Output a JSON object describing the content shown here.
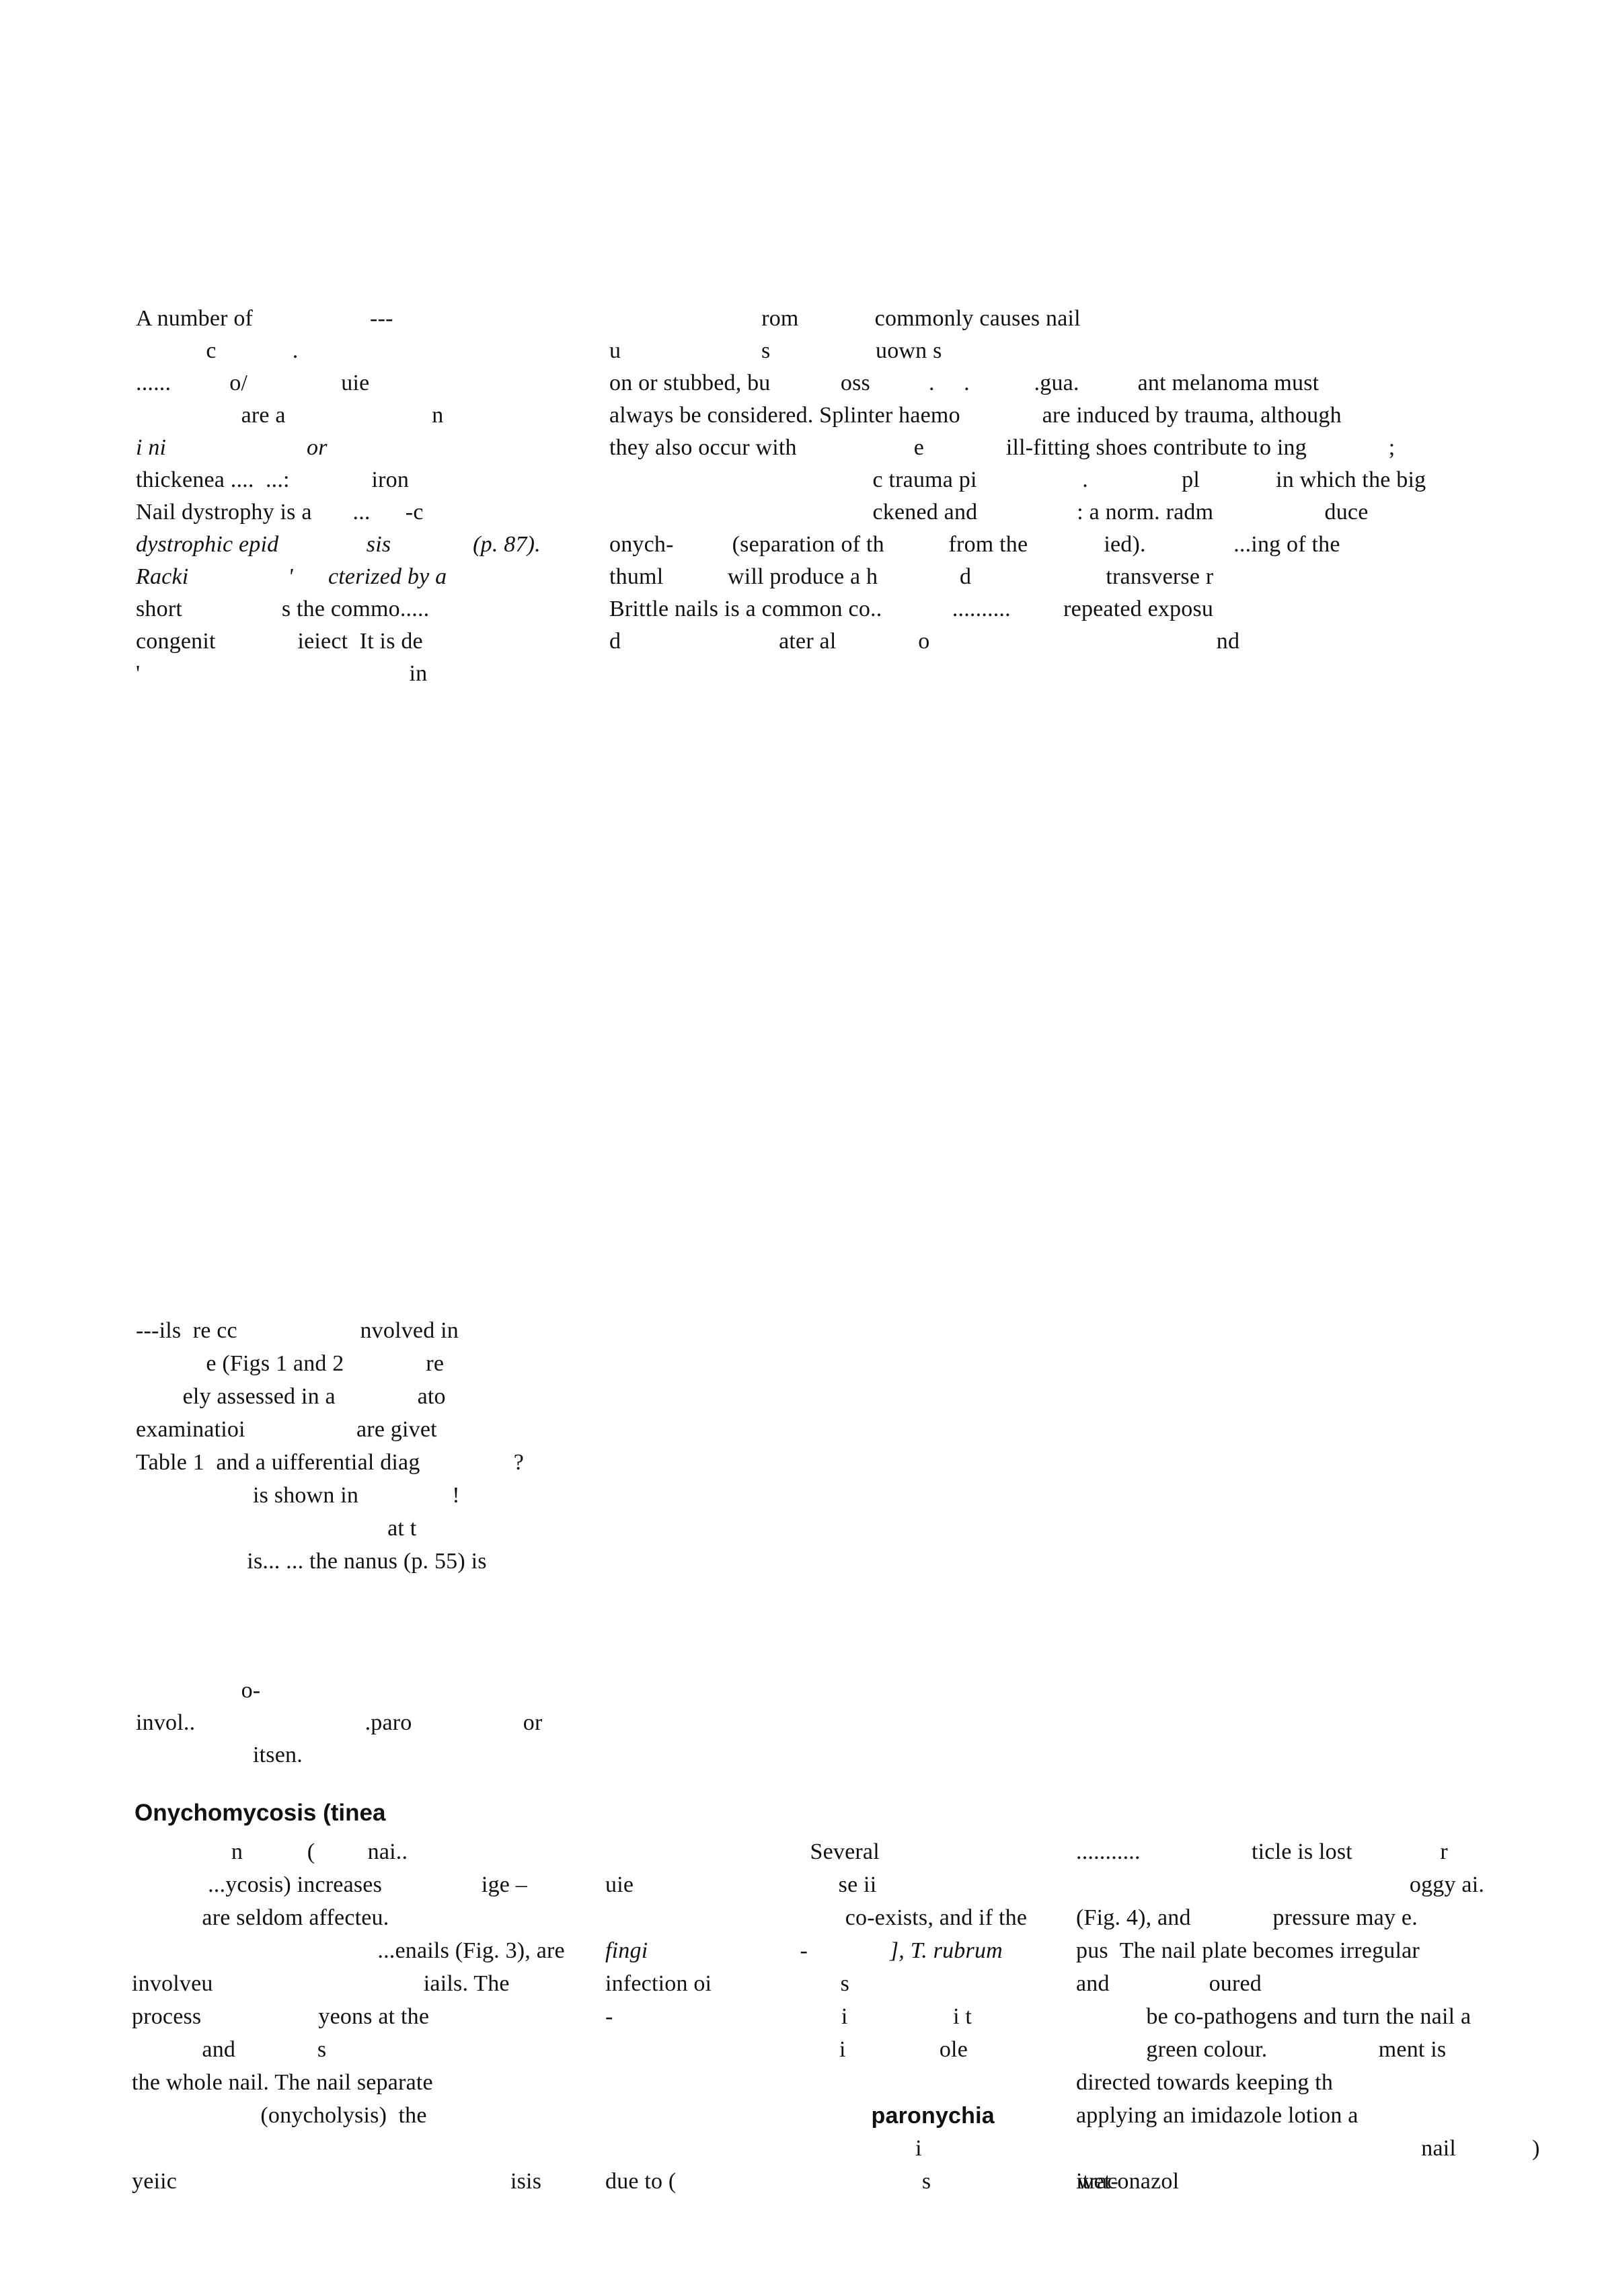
{
  "colors": {
    "text": "#111111",
    "background": "#ffffff"
  },
  "top_left": [
    "A number of                    ---",
    "            c             .",
    "......          o/                uie",
    "                  are a                         n",
    "i ni                        or",
    "thickenea ....  ...:              iron",
    "Nail dystrophy is a       ...      -c",
    "dystrophic epid               sis              (p. 87).",
    "Racki                 '      cterized by a",
    "short                 s the commo.....",
    "congenit              ieiect  It is de",
    "'                                              in"
  ],
  "top_right": [
    "                          rom             commonly causes nail",
    "u                        s                  uown s",
    "on or stubbed, bu            oss          .     .           .gua.          ant melanoma must",
    "always be considered. Splinter haemo              are induced by trauma, although",
    "they also occur with                    e              ill-fitting shoes contribute to ing              ;",
    "                                             c trauma pi                  .                pl             in which the big",
    "                                             ckened and                 : a norm. radm                   duce",
    "onych-          (separation of th           from the             ied).               ...ing of the",
    "thuml           will produce a h              d                       transverse r",
    "Brittle nails is a common co..            ..........         repeated exposu",
    "d                           ater al              o                                                 nd"
  ],
  "mid_left": [
    "---ils  re cc                     nvolved in",
    "            e (Figs 1 and 2              re",
    "        ely assessed in a              ato",
    "examinatioi                   are givet",
    "Table 1  and a uifferential diag                ?",
    "                    is shown in                !",
    "                                           at t",
    "                   is... ... the nanus (p. 55) is"
  ],
  "mid_left_b": [
    "                  o-",
    "invol..                             .paro                   or",
    "                    itsen."
  ],
  "heading": "Onychomycosis (tinea",
  "bottom_c1": [
    "                 n           (         nai..",
    "             ...ycosis) increases                 ige –",
    "            are seldom affecteu.",
    "                                          ...enails (Fig. 3), are",
    "involveu                                    iails. The",
    "process                    yeons at the",
    "            and              s",
    "the whole nail. The nail separate",
    "                      (onycholysis)  the",
    "",
    "yeiic                                                         isis"
  ],
  "bottom_c2": [
    "                                   Several",
    "uie                                   se ii",
    "                                         co-exists, and if the",
    "fingi                          -              ], T. rubrum",
    "infection oi                      s",
    "-                                       i                  i t",
    "                                        i                ole",
    "",
    "                                         paronychia",
    "                                                     i",
    "due to (                                          s                         wet-"
  ],
  "bottom_c3": [
    "...........                   ticle is lost               r",
    "                                                         oggy ai.",
    "(Fig. 4), and              pressure may e.",
    "pus  The nail plate becomes irregular",
    "and                 oured",
    "            be co-pathogens and turn the nail a",
    "            green colour.                   ment is",
    "directed towards keeping th",
    "applying an imidazole lotion a",
    "                                                           nail             )",
    "itraconazol"
  ]
}
